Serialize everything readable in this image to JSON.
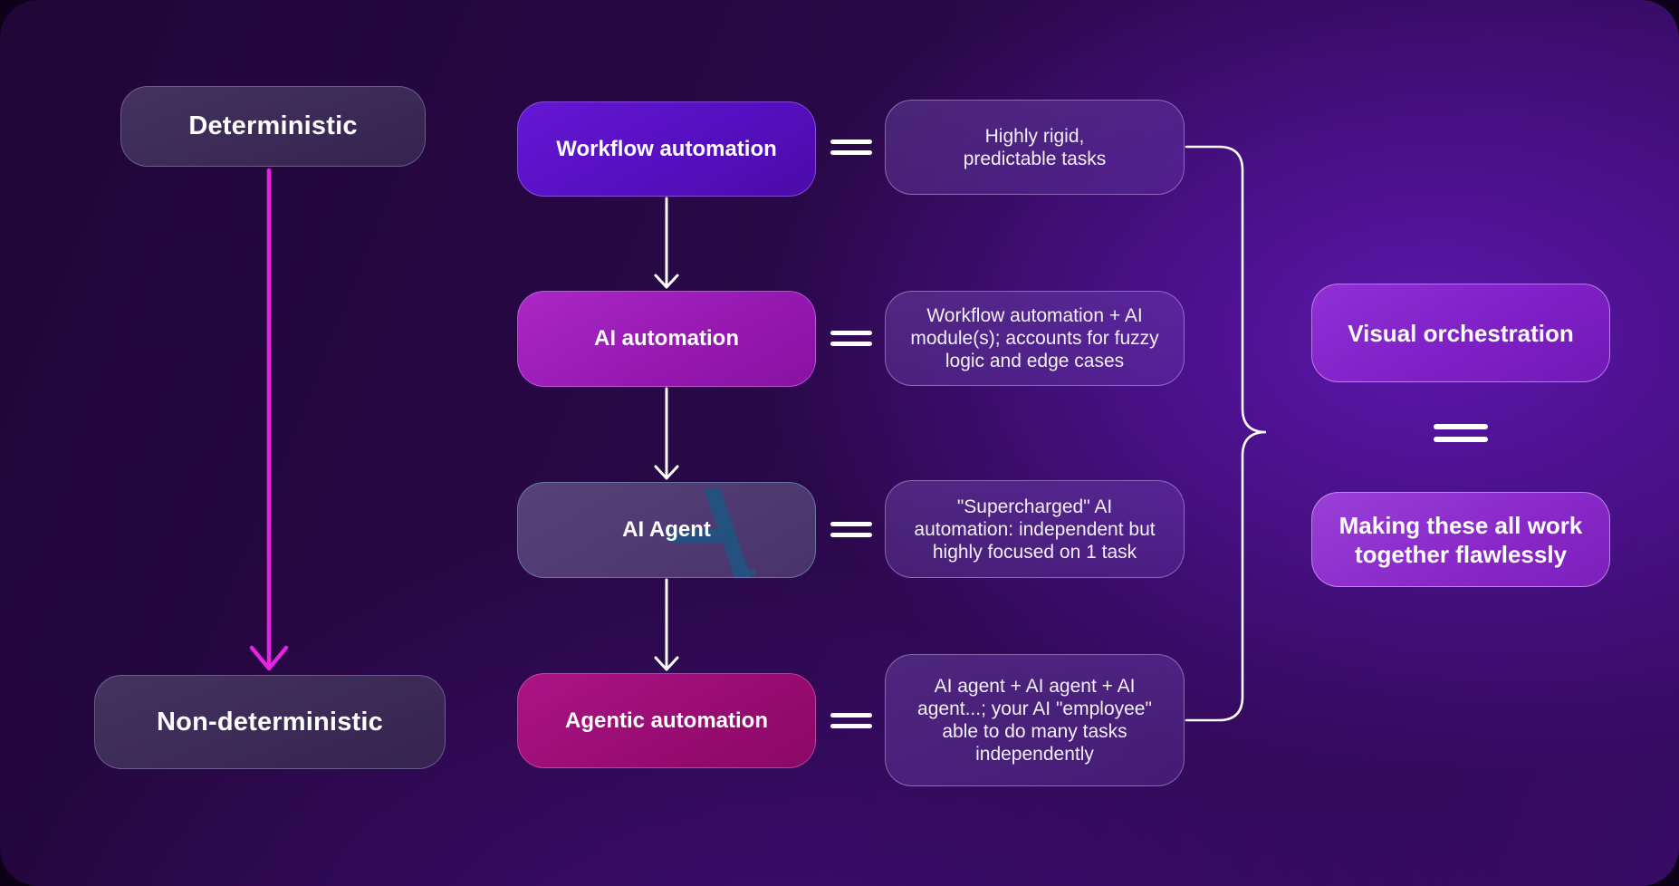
{
  "diagram": {
    "spectrum": {
      "top_label": "Deterministic",
      "bottom_label": "Non-deterministic"
    },
    "flow": {
      "steps": [
        {
          "label": "Workflow automation",
          "description": "Highly rigid,\npredictable tasks"
        },
        {
          "label": "AI automation",
          "description": "Workflow automation + AI\nmodule(s); accounts for fuzzy\nlogic and edge cases"
        },
        {
          "label": "AI Agent",
          "description": "\"Supercharged\" AI\nautomation: independent but\nhighly focused on 1 task"
        },
        {
          "label": "Agentic automation",
          "description": "AI agent + AI agent + AI\nagent...; your AI \"employee\"\nable to do many tasks\nindependently"
        }
      ]
    },
    "conclusion": {
      "title": "Visual orchestration",
      "description": "Making these all work\ntogether flawlessly"
    },
    "colors": {
      "background_dark": "#210637",
      "background_bright": "#5c16ad",
      "spectrum_box": "#3a2a55",
      "workflow_automation": "#560fc0",
      "ai_automation": "#9719b2",
      "ai_agent": "#4e3a70",
      "ai_agent_watermark": "#24517f",
      "agentic_automation": "#990c73",
      "description_border": "#e1cdff",
      "magenta_arrow": "#e822e4",
      "white_lines": "#ffffff"
    }
  }
}
